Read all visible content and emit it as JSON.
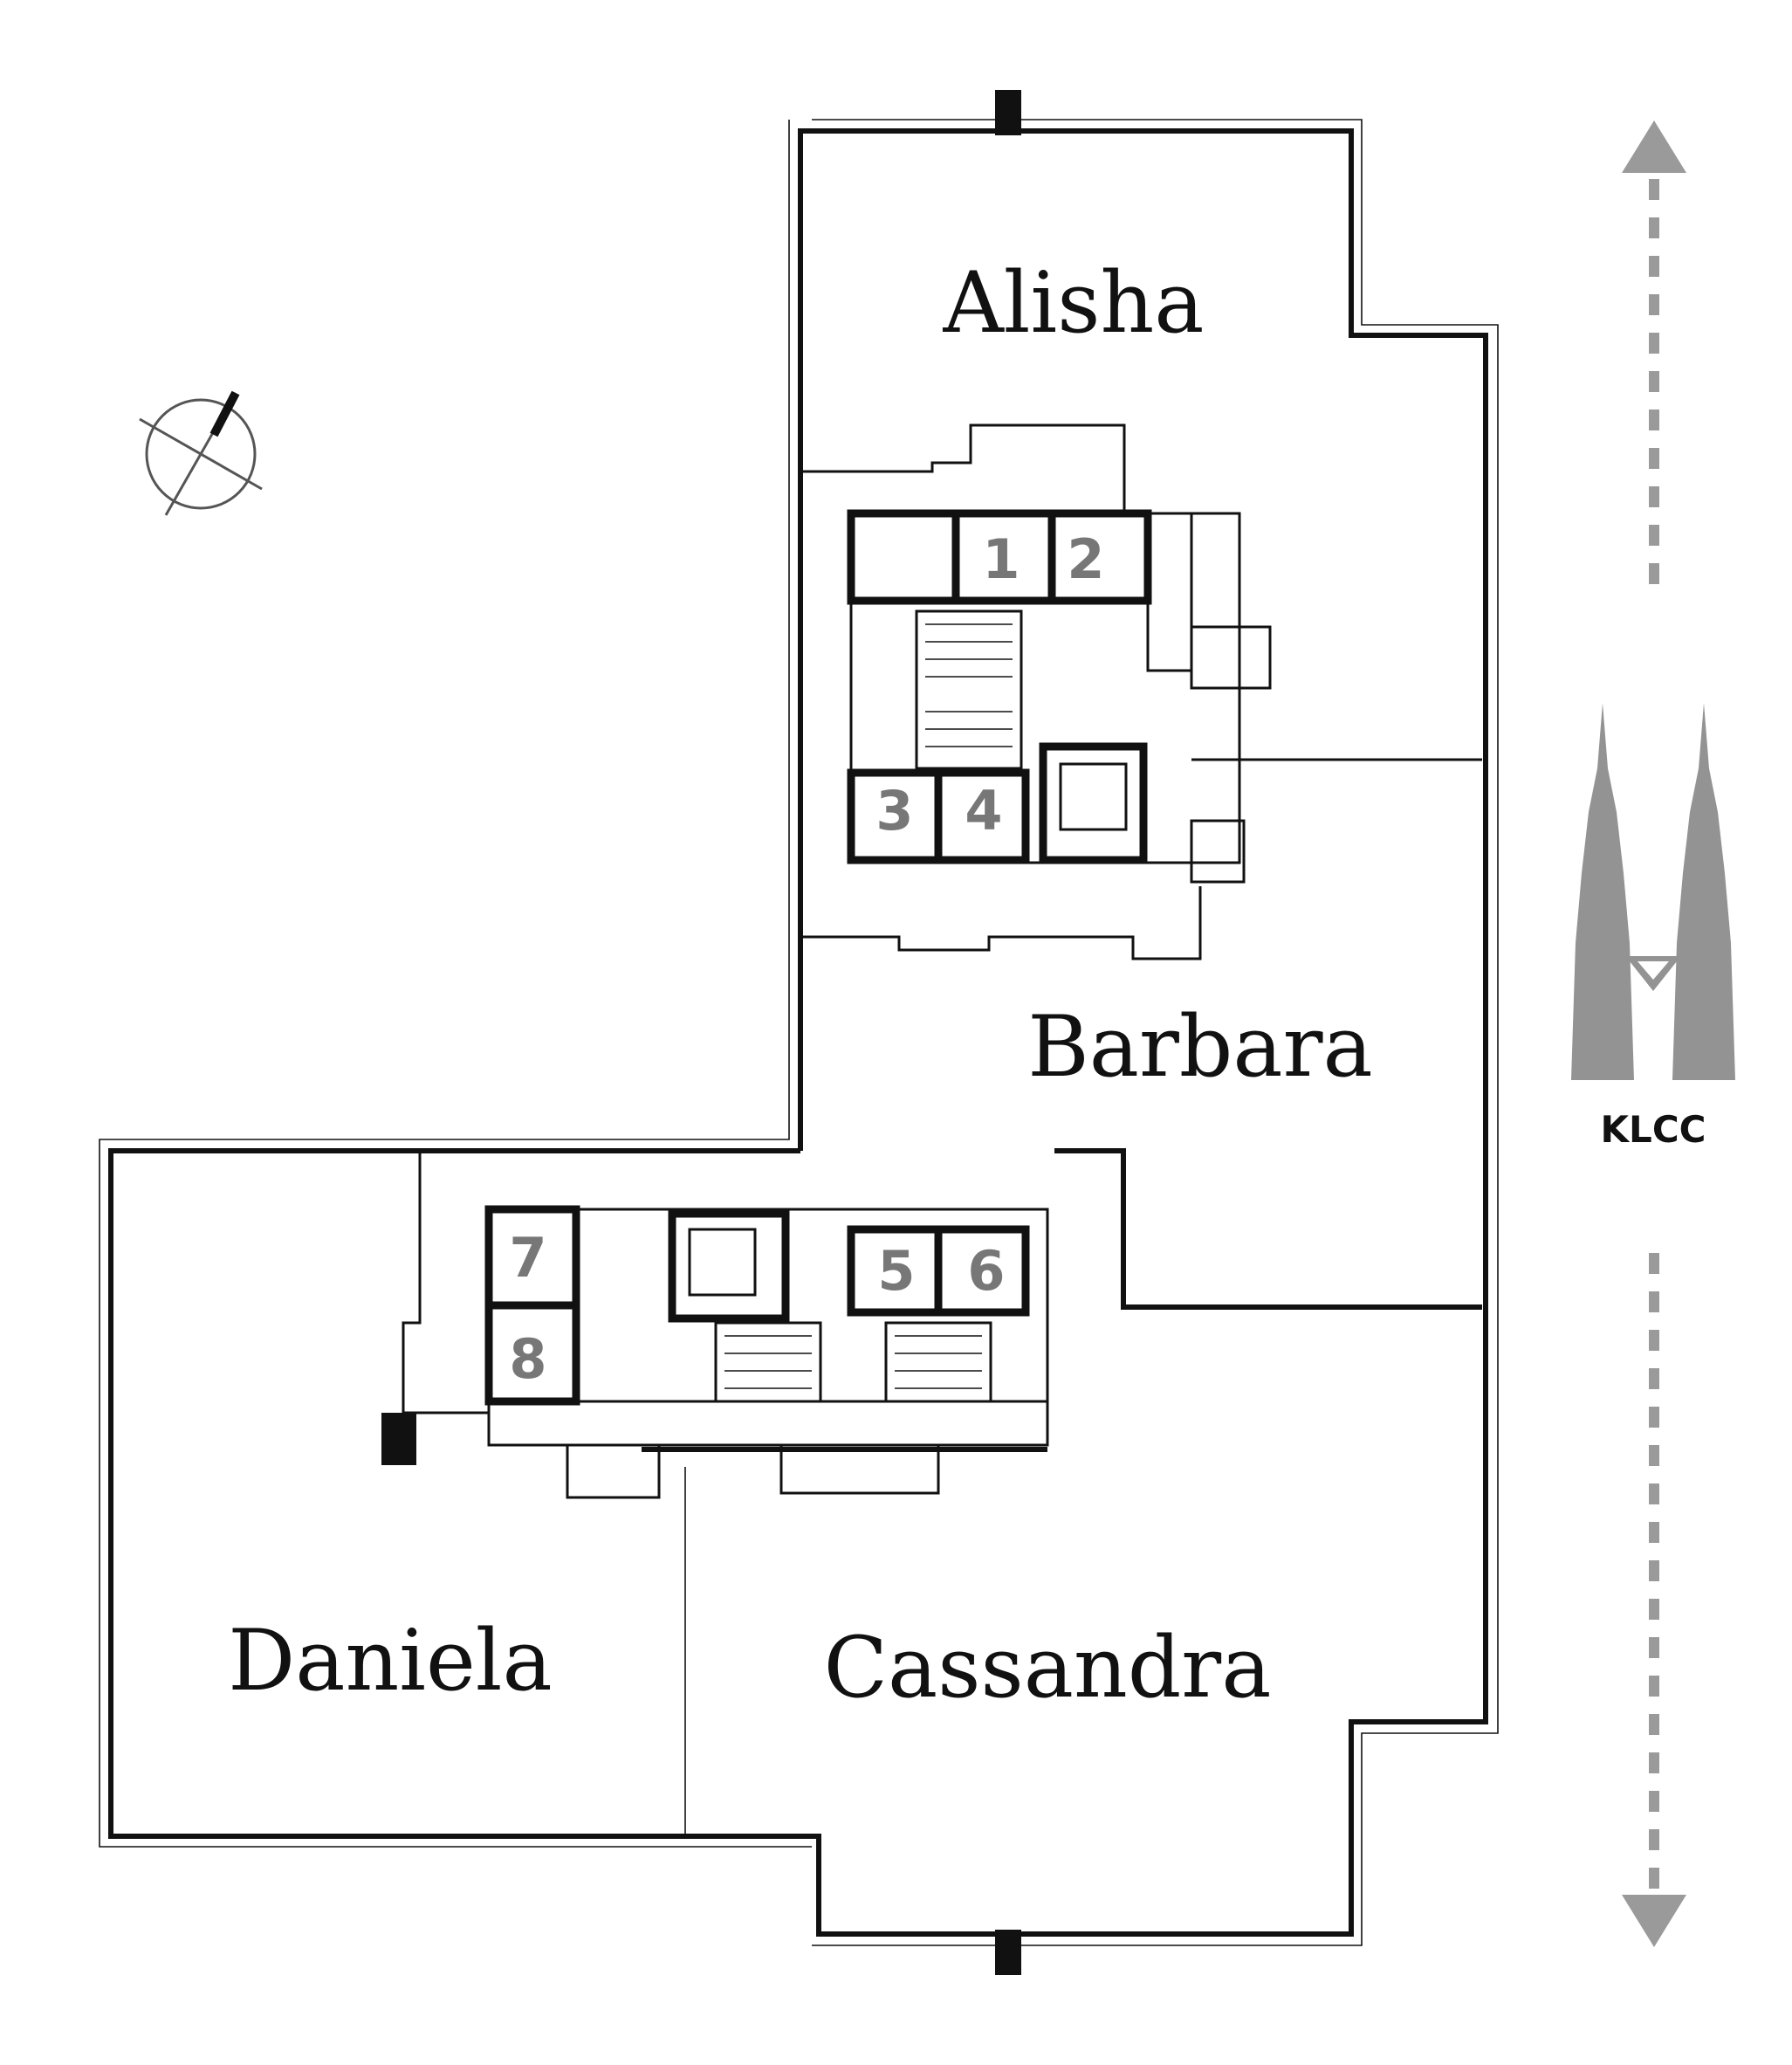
{
  "rooms": {
    "alisha": "Alisha",
    "barbara": "Barbara",
    "cassandra": "Cassandra",
    "daniela": "Daniela"
  },
  "lifts": [
    "1",
    "2",
    "3",
    "4",
    "5",
    "6",
    "7",
    "8"
  ],
  "landmark": {
    "label": "KLCC"
  },
  "colors": {
    "walls": "#111111",
    "landmark": "#939393",
    "lift_numbers": "#777777",
    "arrow": "#9a9a9a"
  },
  "icons": {
    "compass": "north-compass-icon",
    "towers": "twin-towers-icon",
    "arrow": "double-arrow-icon"
  }
}
